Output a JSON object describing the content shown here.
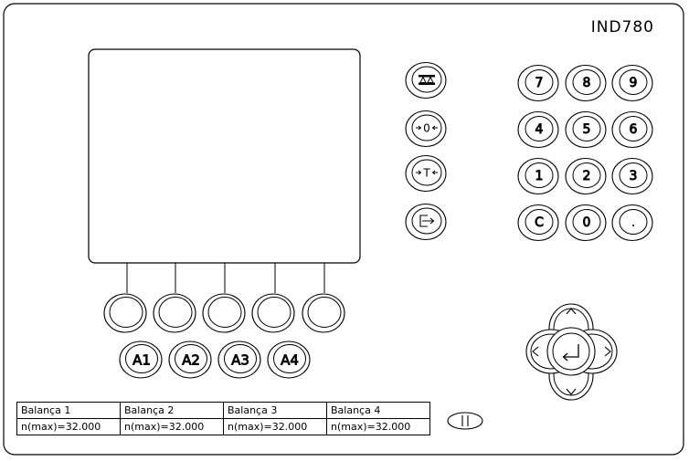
{
  "model": "IND780",
  "function_keys": [
    {
      "icon": "print-icon"
    },
    {
      "icon": "zero-icon",
      "label": "0"
    },
    {
      "icon": "tare-icon",
      "label": "T"
    },
    {
      "icon": "clear-tare-icon"
    }
  ],
  "numpad": [
    [
      "7",
      "8",
      "9"
    ],
    [
      "4",
      "5",
      "6"
    ],
    [
      "1",
      "2",
      "3"
    ],
    [
      "C",
      "0",
      "."
    ]
  ],
  "application_keys": [
    "A1",
    "A2",
    "A3",
    "A4"
  ],
  "navigation": {
    "up": "^",
    "down": "v",
    "left": "<",
    "right": ">",
    "enter_icon": "enter-icon"
  },
  "power_icon": "power-icon",
  "scales": [
    {
      "name": "Balança 1",
      "capacity": "n(max)=32.000"
    },
    {
      "name": "Balança 2",
      "capacity": "n(max)=32.000"
    },
    {
      "name": "Balança 3",
      "capacity": "n(max)=32.000"
    },
    {
      "name": "Balança 4",
      "capacity": "n(max)=32.000"
    }
  ]
}
